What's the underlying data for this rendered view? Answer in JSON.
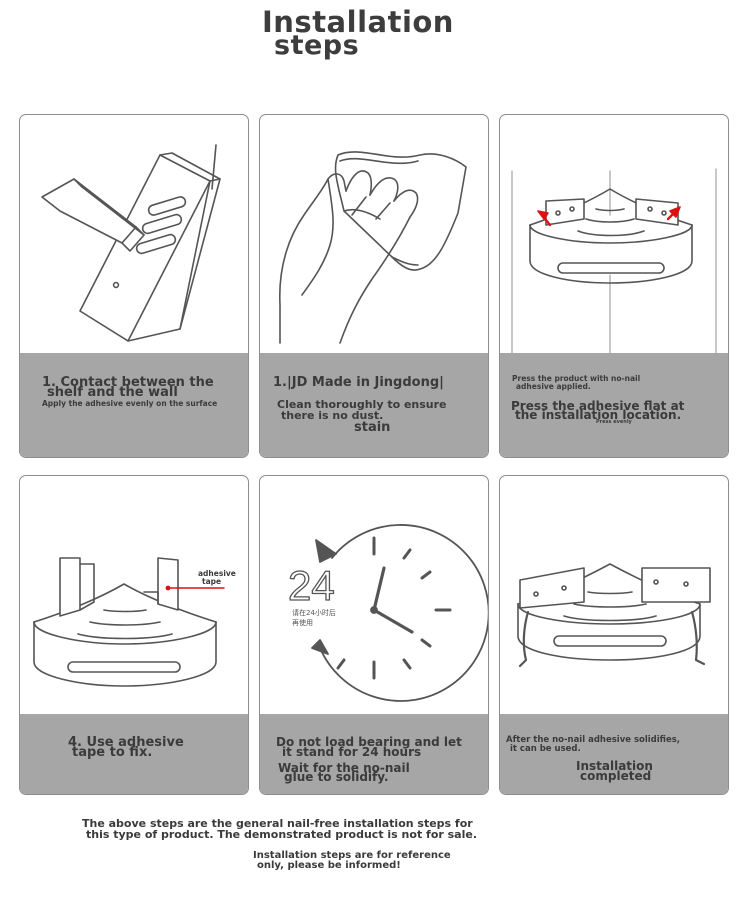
{
  "title": {
    "line1": "Installation",
    "line2": "steps"
  },
  "cards": [
    {
      "icon": "bracket-wall-icon",
      "line1": "1. Contact between the",
      "line2": "shelf and the wall",
      "note": "Apply the adhesive evenly on the surface"
    },
    {
      "icon": "hand-cloth-icon",
      "heading": "1.|JD Made in Jingdong|",
      "line1": "Clean thoroughly to ensure",
      "line2": "there is no dust.",
      "line3": "stain"
    },
    {
      "icon": "shelf-peel-icon",
      "note1": "Press the product with no-nail",
      "note2": "adhesive applied.",
      "line1": "Press the adhesive flat at",
      "line2": "the installation location.",
      "note3": "Press evenly"
    },
    {
      "icon": "shelf-tape-icon",
      "callout1": "adhesive",
      "callout2": "tape",
      "line1": "4. Use adhesive",
      "line2": "tape to fix."
    },
    {
      "icon": "clock-24-icon",
      "big_number": "24",
      "cn1": "请在24小时后",
      "cn2": "再使用",
      "line1": "Do not load bearing and let",
      "line2": "it stand for 24 hours",
      "line3": "Wait for the no-nail",
      "line4": "glue to solidify."
    },
    {
      "icon": "shelf-hooks-icon",
      "line1": "After the no-nail adhesive solidifies,",
      "line2": "it can be used.",
      "line3": "Installation",
      "line4": "completed"
    }
  ],
  "footer": {
    "line1": "The above steps are the general nail-free installation steps for",
    "line2": "this type of product. The demonstrated product is not for sale.",
    "line3": "Installation steps are for reference",
    "line4": "only, please be informed!"
  }
}
